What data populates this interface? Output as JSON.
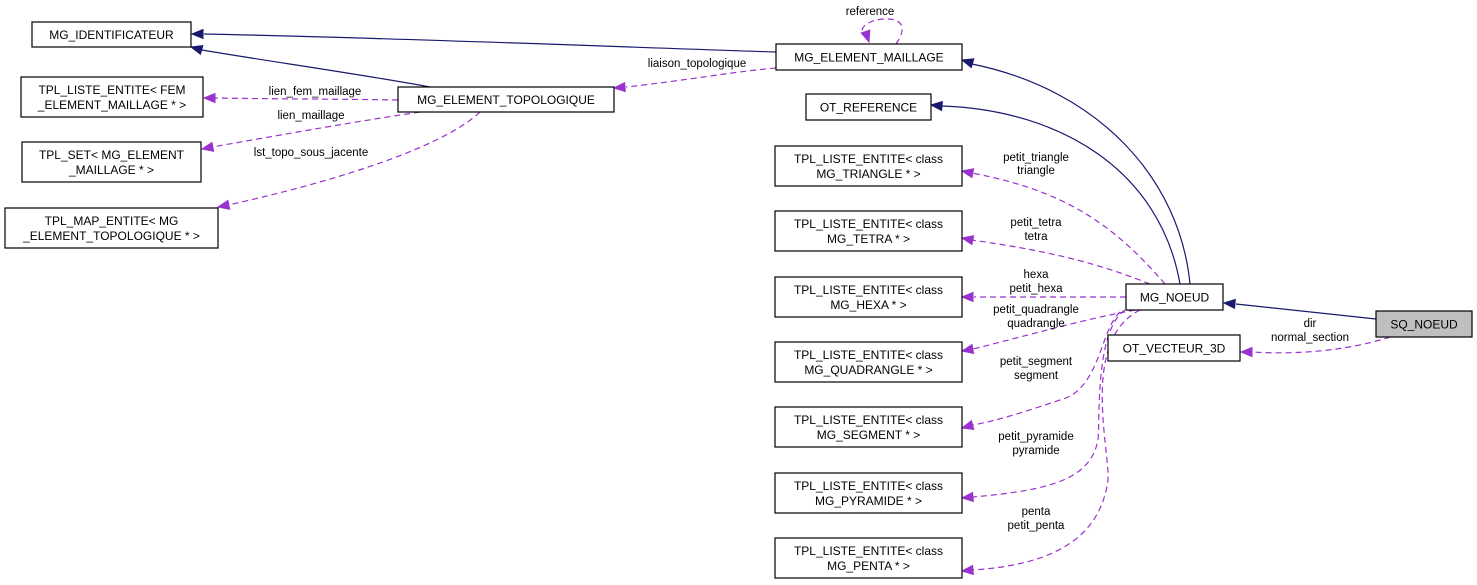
{
  "diagram": {
    "type": "collaboration-graph",
    "colors": {
      "inheritance_edge": "#191970",
      "usage_edge": "#9a32cd",
      "current_node_fill": "#bfbfbf",
      "node_fill": "#ffffff"
    },
    "nodes": {
      "mg_identificateur": {
        "lines": [
          "MG_IDENTIFICATEUR"
        ]
      },
      "tpl_liste_fem": {
        "lines": [
          "TPL_LISTE_ENTITE< FEM",
          "_ELEMENT_MAILLAGE * >"
        ]
      },
      "tpl_set": {
        "lines": [
          "TPL_SET< MG_ELEMENT",
          "_MAILLAGE * >"
        ]
      },
      "tpl_map": {
        "lines": [
          "TPL_MAP_ENTITE< MG",
          "_ELEMENT_TOPOLOGIQUE * >"
        ]
      },
      "mg_element_topologique": {
        "lines": [
          "MG_ELEMENT_TOPOLOGIQUE"
        ]
      },
      "mg_element_maillage": {
        "lines": [
          "MG_ELEMENT_MAILLAGE"
        ]
      },
      "ot_reference": {
        "lines": [
          "OT_REFERENCE"
        ]
      },
      "tpl_triangle": {
        "lines": [
          "TPL_LISTE_ENTITE< class",
          "MG_TRIANGLE * >"
        ]
      },
      "tpl_tetra": {
        "lines": [
          "TPL_LISTE_ENTITE< class",
          "MG_TETRA * >"
        ]
      },
      "tpl_hexa": {
        "lines": [
          "TPL_LISTE_ENTITE< class",
          "MG_HEXA * >"
        ]
      },
      "tpl_quadrangle": {
        "lines": [
          "TPL_LISTE_ENTITE< class",
          "MG_QUADRANGLE * >"
        ]
      },
      "tpl_segment": {
        "lines": [
          "TPL_LISTE_ENTITE< class",
          "MG_SEGMENT * >"
        ]
      },
      "tpl_pyramide": {
        "lines": [
          "TPL_LISTE_ENTITE< class",
          "MG_PYRAMIDE * >"
        ]
      },
      "tpl_penta": {
        "lines": [
          "TPL_LISTE_ENTITE< class",
          "MG_PENTA * >"
        ]
      },
      "mg_noeud": {
        "lines": [
          "MG_NOEUD"
        ]
      },
      "ot_vecteur_3d": {
        "lines": [
          "OT_VECTEUR_3D"
        ]
      },
      "sq_noeud": {
        "lines": [
          "SQ_NOEUD"
        ],
        "current": true
      }
    },
    "edges": [
      {
        "id": "e1",
        "kind": "inheritance",
        "from": "mg_element_maillage",
        "to": "mg_identificateur",
        "label": []
      },
      {
        "id": "e2",
        "kind": "inheritance",
        "from": "mg_element_topologique",
        "to": "mg_identificateur",
        "label": []
      },
      {
        "id": "e3",
        "kind": "usage",
        "from": "mg_element_topologique",
        "to": "tpl_liste_fem",
        "label": [
          "lien_fem_maillage"
        ]
      },
      {
        "id": "e4",
        "kind": "usage",
        "from": "mg_element_topologique",
        "to": "tpl_set",
        "label": [
          "lien_maillage"
        ]
      },
      {
        "id": "e5",
        "kind": "usage",
        "from": "mg_element_topologique",
        "to": "tpl_map",
        "label": [
          "lst_topo_sous_jacente"
        ]
      },
      {
        "id": "e6",
        "kind": "usage",
        "from": "mg_element_maillage",
        "to": "mg_element_topologique",
        "label": [
          "liaison_topologique"
        ]
      },
      {
        "id": "e7",
        "kind": "usage",
        "from": "mg_element_maillage",
        "to": "mg_element_maillage",
        "label": [
          "reference"
        ]
      },
      {
        "id": "e8",
        "kind": "inheritance",
        "from": "mg_noeud",
        "to": "mg_element_maillage",
        "label": []
      },
      {
        "id": "e9",
        "kind": "inheritance",
        "from": "mg_noeud",
        "to": "ot_reference",
        "label": []
      },
      {
        "id": "e10",
        "kind": "usage",
        "from": "mg_noeud",
        "to": "tpl_triangle",
        "label": [
          "petit_triangle",
          "triangle"
        ]
      },
      {
        "id": "e11",
        "kind": "usage",
        "from": "mg_noeud",
        "to": "tpl_tetra",
        "label": [
          "petit_tetra",
          "tetra"
        ]
      },
      {
        "id": "e12",
        "kind": "usage",
        "from": "mg_noeud",
        "to": "tpl_hexa",
        "label": [
          "hexa",
          "petit_hexa"
        ]
      },
      {
        "id": "e13",
        "kind": "usage",
        "from": "mg_noeud",
        "to": "tpl_quadrangle",
        "label": [
          "petit_quadrangle",
          "quadrangle"
        ]
      },
      {
        "id": "e14",
        "kind": "usage",
        "from": "mg_noeud",
        "to": "tpl_segment",
        "label": [
          "petit_segment",
          "segment"
        ]
      },
      {
        "id": "e15",
        "kind": "usage",
        "from": "mg_noeud",
        "to": "tpl_pyramide",
        "label": [
          "petit_pyramide",
          "pyramide"
        ]
      },
      {
        "id": "e16",
        "kind": "usage",
        "from": "mg_noeud",
        "to": "tpl_penta",
        "label": [
          "penta",
          "petit_penta"
        ]
      },
      {
        "id": "e17",
        "kind": "inheritance",
        "from": "sq_noeud",
        "to": "mg_noeud",
        "label": []
      },
      {
        "id": "e18",
        "kind": "usage",
        "from": "sq_noeud",
        "to": "ot_vecteur_3d",
        "label": [
          "dir",
          "normal_section"
        ]
      }
    ]
  }
}
